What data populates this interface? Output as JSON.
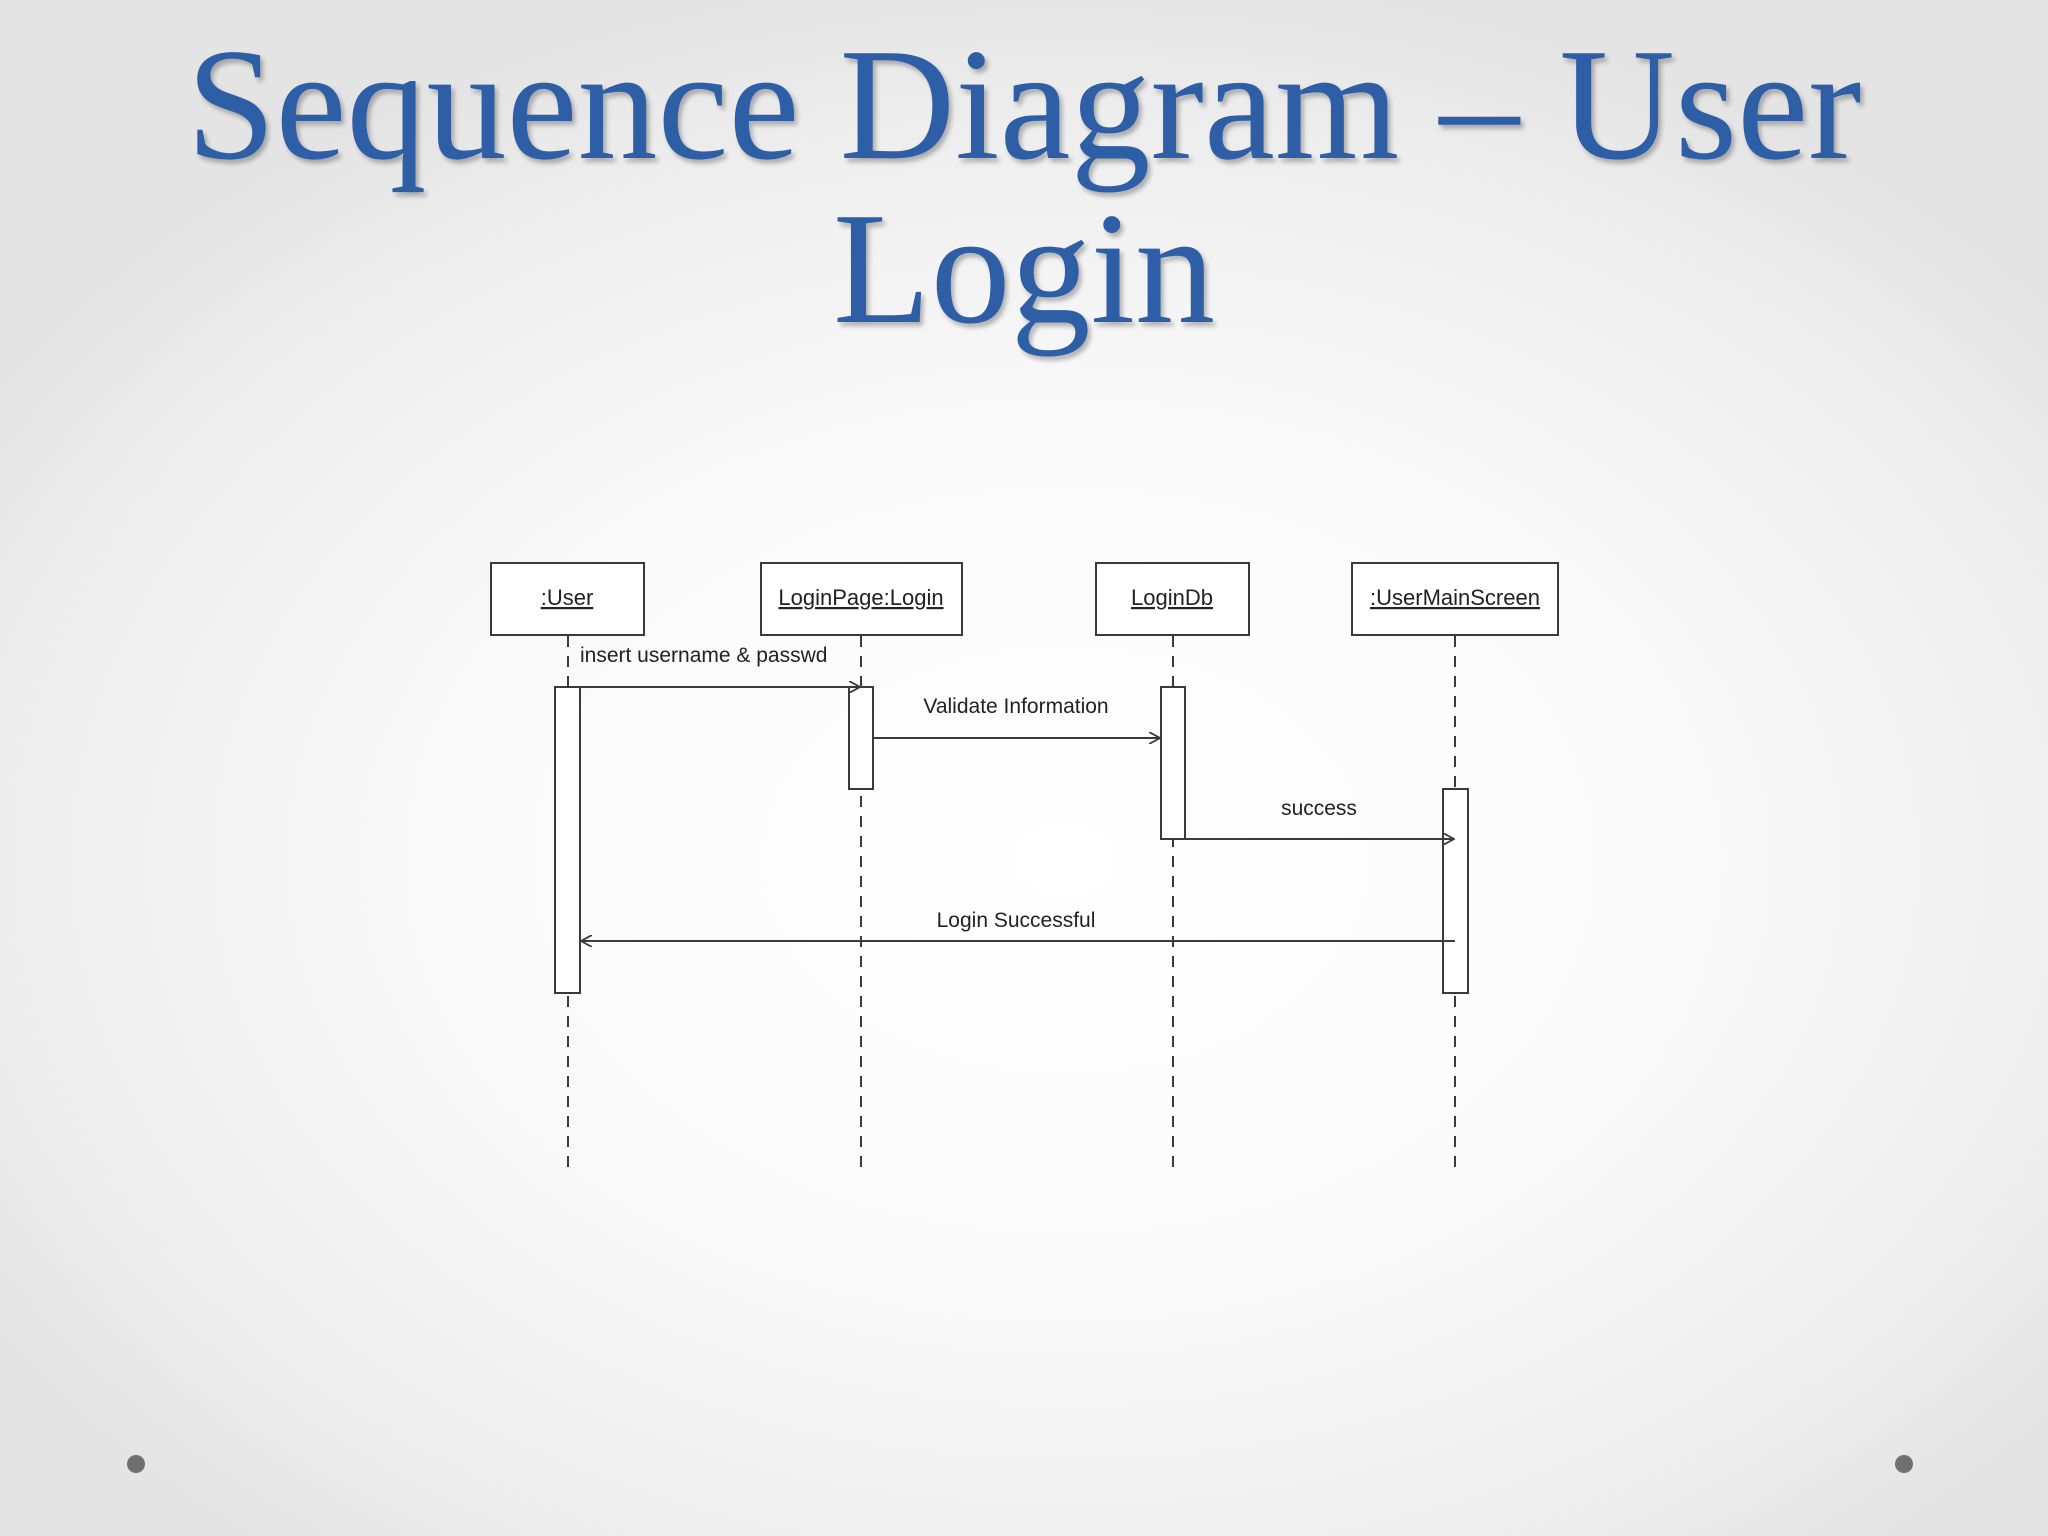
{
  "slide": {
    "title_line1": "Sequence Diagram – User",
    "title_line2": "Login"
  },
  "diagram": {
    "lifelines": [
      {
        "name": ":User"
      },
      {
        "name": "LoginPage:Login"
      },
      {
        "name": "LoginDb"
      },
      {
        "name": ":UserMainScreen"
      }
    ],
    "messages": [
      {
        "label": "insert username & passwd",
        "from": ":User",
        "to": "LoginPage:Login"
      },
      {
        "label": "Validate Information",
        "from": "LoginPage:Login",
        "to": "LoginDb"
      },
      {
        "label": "success",
        "from": "LoginDb",
        "to": ":UserMainScreen"
      },
      {
        "label": "Login Successful",
        "from": ":UserMainScreen",
        "to": ":User"
      }
    ]
  },
  "colors": {
    "title": "#2e5ea6",
    "lines": "#3a3a3a",
    "bullets": "#707070"
  }
}
